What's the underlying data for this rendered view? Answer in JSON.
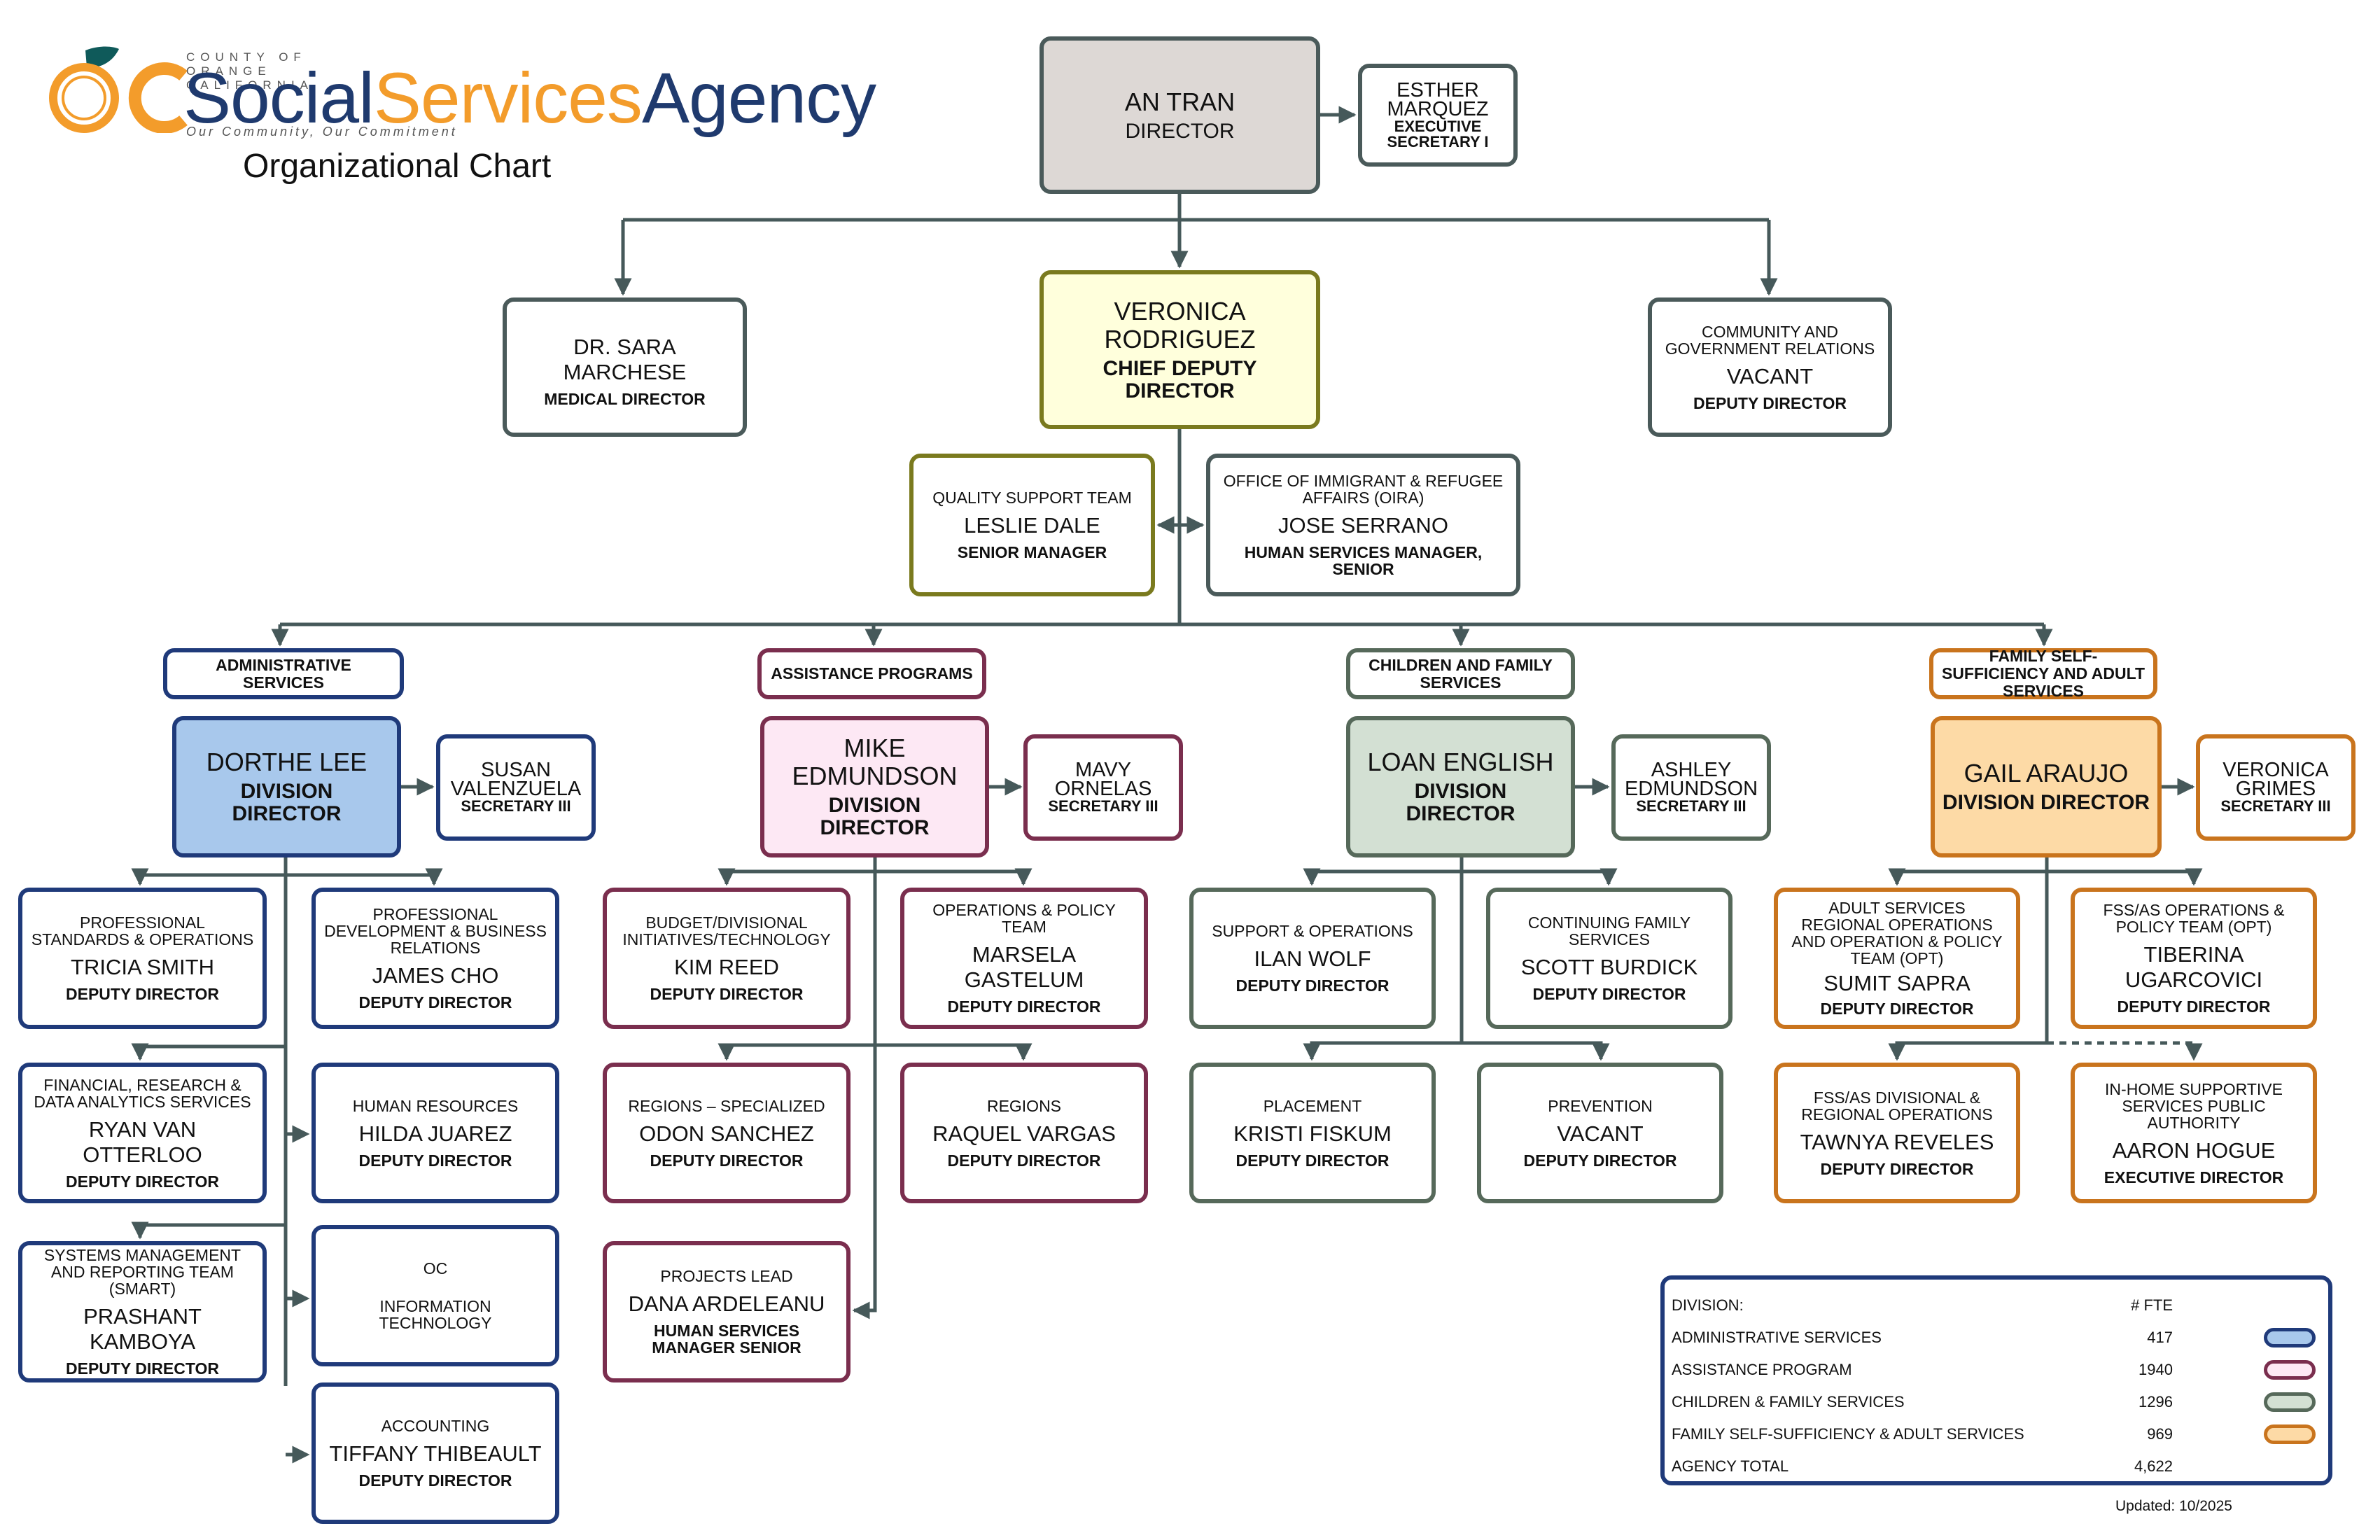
{
  "header": {
    "county_line": "COUNTY OF ORANGE CALIFORNIA",
    "logo_part1": "Social",
    "logo_part2": "Services",
    "logo_part3": "Agency",
    "tagline": "Our Community, Our Commitment",
    "chart_title": "Organizational Chart"
  },
  "colors": {
    "admin": "#1f3a7a",
    "assistance": "#7a2e4e",
    "children": "#56695a",
    "fss": "#c9741d",
    "executive": "#4a5a5a",
    "chief": "#7a7a1e",
    "logo_orange": "#f39c2b",
    "logo_navy": "#1f3a6e",
    "logo_leaf": "#0f5a5a"
  },
  "executive": {
    "director": {
      "name": "AN TRAN",
      "title": "DIRECTOR"
    },
    "exec_secretary": {
      "name": "ESTHER MARQUEZ",
      "title": "EXECUTIVE SECRETARY I"
    },
    "medical": {
      "name": "DR. SARA MARCHESE",
      "title": "MEDICAL DIRECTOR"
    },
    "chief_deputy": {
      "name": "VERONICA RODRIGUEZ",
      "title": "CHIEF DEPUTY DIRECTOR"
    },
    "community": {
      "unit": "COMMUNITY AND GOVERNMENT RELATIONS",
      "name": "VACANT",
      "title": "DEPUTY DIRECTOR"
    },
    "quality": {
      "unit": "QUALITY SUPPORT TEAM",
      "name": "LESLIE DALE",
      "title": "SENIOR MANAGER"
    },
    "oira": {
      "unit": "OFFICE OF IMMIGRANT & REFUGEE AFFAIRS (OIRA)",
      "name": "JOSE SERRANO",
      "title": "HUMAN SERVICES MANAGER, SENIOR"
    }
  },
  "divisions": {
    "admin": {
      "header": "ADMINISTRATIVE SERVICES",
      "director": {
        "name": "DORTHE LEE",
        "title": "DIVISION DIRECTOR"
      },
      "secretary": {
        "name": "SUSAN VALENZUELA",
        "title": "SECRETARY III"
      },
      "units": [
        {
          "unit": "PROFESSIONAL STANDARDS & OPERATIONS",
          "name": "TRICIA SMITH",
          "title": "DEPUTY DIRECTOR"
        },
        {
          "unit": "PROFESSIONAL DEVELOPMENT & BUSINESS RELATIONS",
          "name": "JAMES CHO",
          "title": "DEPUTY DIRECTOR"
        },
        {
          "unit": "FINANCIAL, RESEARCH & DATA ANALYTICS SERVICES",
          "name": "RYAN VAN OTTERLOO",
          "title": "DEPUTY DIRECTOR"
        },
        {
          "unit": "HUMAN RESOURCES",
          "name": "HILDA JUAREZ",
          "title": "DEPUTY DIRECTOR"
        },
        {
          "unit": "SYSTEMS MANAGEMENT AND REPORTING TEAM (SMART)",
          "name": "PRASHANT KAMBOYA",
          "title": "DEPUTY DIRECTOR"
        },
        {
          "unit": "OC",
          "name": "INFORMATION TECHNOLOGY",
          "title": ""
        },
        {
          "unit": "ACCOUNTING",
          "name": "TIFFANY THIBEAULT",
          "title": "DEPUTY DIRECTOR"
        }
      ]
    },
    "assistance": {
      "header": "ASSISTANCE PROGRAMS",
      "director": {
        "name": "MIKE EDMUNDSON",
        "title": "DIVISION DIRECTOR"
      },
      "secretary": {
        "name": "MAVY ORNELAS",
        "title": "SECRETARY III"
      },
      "units": [
        {
          "unit": "BUDGET/DIVISIONAL INITIATIVES/TECHNOLOGY",
          "name": "KIM REED",
          "title": "DEPUTY DIRECTOR"
        },
        {
          "unit": "OPERATIONS & POLICY TEAM",
          "name": "MARSELA GASTELUM",
          "title": "DEPUTY DIRECTOR"
        },
        {
          "unit": "REGIONS – SPECIALIZED",
          "name": "ODON SANCHEZ",
          "title": "DEPUTY DIRECTOR"
        },
        {
          "unit": "REGIONS",
          "name": "RAQUEL VARGAS",
          "title": "DEPUTY DIRECTOR"
        },
        {
          "unit": "PROJECTS LEAD",
          "name": "DANA ARDELEANU",
          "title": "HUMAN SERVICES MANAGER SENIOR"
        }
      ]
    },
    "children": {
      "header": "CHILDREN AND FAMILY SERVICES",
      "director": {
        "name": "LOAN ENGLISH",
        "title": "DIVISION DIRECTOR"
      },
      "secretary": {
        "name": "ASHLEY EDMUNDSON",
        "title": "SECRETARY III"
      },
      "units": [
        {
          "unit": "SUPPORT & OPERATIONS",
          "name": "ILAN WOLF",
          "title": "DEPUTY DIRECTOR"
        },
        {
          "unit": "CONTINUING FAMILY SERVICES",
          "name": "SCOTT BURDICK",
          "title": "DEPUTY DIRECTOR"
        },
        {
          "unit": "PLACEMENT",
          "name": "KRISTI FISKUM",
          "title": "DEPUTY DIRECTOR"
        },
        {
          "unit": "PREVENTION",
          "name": "VACANT",
          "title": "DEPUTY DIRECTOR"
        }
      ]
    },
    "fss": {
      "header": "FAMILY SELF-SUFFICIENCY AND ADULT SERVICES",
      "director": {
        "name": "GAIL ARAUJO",
        "title": "DIVISION DIRECTOR"
      },
      "secretary": {
        "name": "VERONICA GRIMES",
        "title": "SECRETARY III"
      },
      "units": [
        {
          "unit": "ADULT SERVICES REGIONAL OPERATIONS AND OPERATION & POLICY TEAM (OPT)",
          "name": "SUMIT SAPRA",
          "title": "DEPUTY DIRECTOR"
        },
        {
          "unit": "FSS/AS OPERATIONS & POLICY TEAM (OPT)",
          "name": "TIBERINA UGARCOVICI",
          "title": "DEPUTY DIRECTOR"
        },
        {
          "unit": "FSS/AS DIVISIONAL & REGIONAL OPERATIONS",
          "name": "TAWNYA REVELES",
          "title": "DEPUTY DIRECTOR"
        },
        {
          "unit": "IN-HOME SUPPORTIVE SERVICES PUBLIC AUTHORITY",
          "name": "AARON HOGUE",
          "title": "EXECUTIVE DIRECTOR"
        }
      ]
    }
  },
  "legend": {
    "division_label": "DIVISION:",
    "fte_label": "# FTE",
    "rows": [
      {
        "label": "ADMINISTRATIVE SERVICES",
        "fte": "417"
      },
      {
        "label": "ASSISTANCE PROGRAM",
        "fte": "1940"
      },
      {
        "label": "CHILDREN & FAMILY SERVICES",
        "fte": "1296"
      },
      {
        "label": "FAMILY SELF-SUFFICIENCY & ADULT SERVICES",
        "fte": "969"
      }
    ],
    "total_label": "AGENCY TOTAL",
    "total_fte": "4,622"
  },
  "updated": "Updated: 10/2025"
}
